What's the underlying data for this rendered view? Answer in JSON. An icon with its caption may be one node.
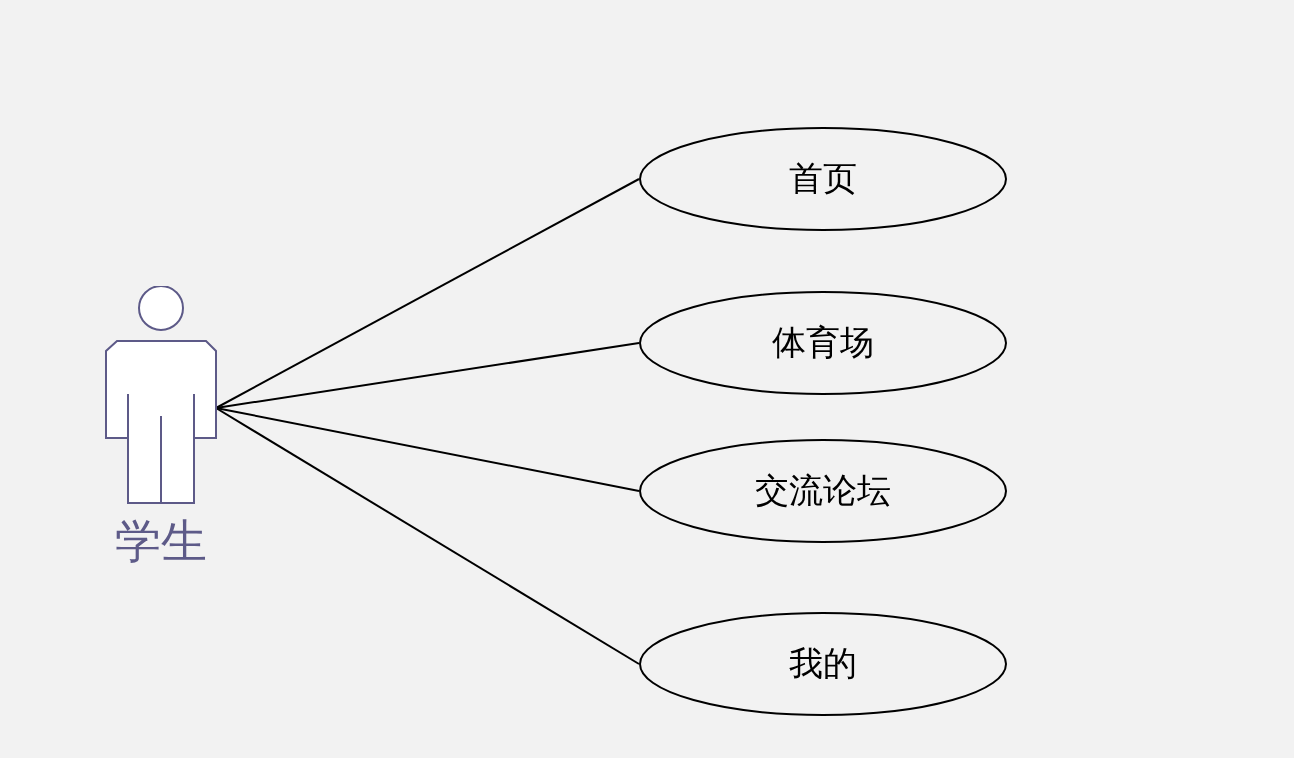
{
  "diagram": {
    "nodes": [
      {
        "text": [
          "学生"
        ]
      },
      {
        "text": [
          "首页"
        ]
      },
      {
        "text": [
          "体育场"
        ]
      },
      {
        "text": [
          "交流论坛"
        ]
      },
      {
        "text": [
          "我的"
        ]
      }
    ],
    "edges": [
      {
        "from": 0,
        "to": 1,
        "arrow": "none"
      },
      {
        "from": 0,
        "to": 2,
        "arrow": "none"
      },
      {
        "from": 0,
        "to": 3,
        "arrow": "none"
      },
      {
        "from": 0,
        "to": 4,
        "arrow": "none"
      }
    ]
  }
}
